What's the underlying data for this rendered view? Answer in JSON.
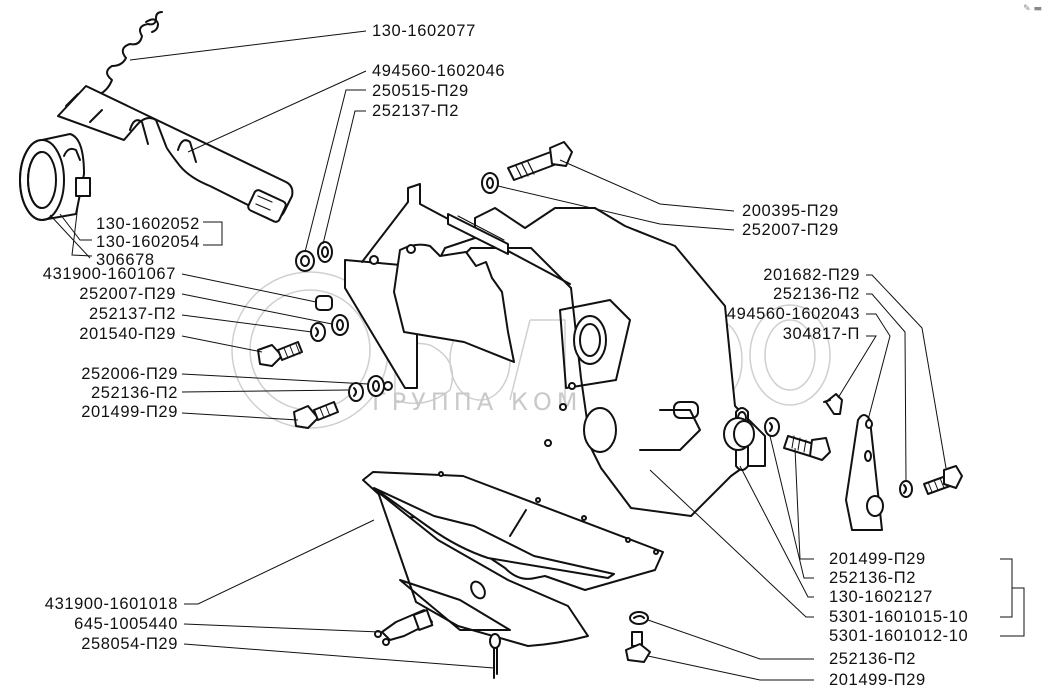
{
  "diagram": {
    "title": "Clutch housing and oil pan assembly — exploded parts view",
    "watermark": {
      "brand": "белагро",
      "subtitle": "ГРУППА КОМПАНИЙ"
    },
    "corner_mark": "✎ ▬",
    "labels": {
      "l01": "130-1602077",
      "l02": "494560-1602046",
      "l03": "250515-П29",
      "l04": "252137-П2",
      "l05": "130-1602052",
      "l06": "130-1602054",
      "l07": "306678",
      "l08": "431900-1601067",
      "l09": "252007-П29",
      "l10": "252137-П2",
      "l11": "201540-П29",
      "l12": "252006-П29",
      "l13": "252136-П2",
      "l14": "201499-П29",
      "l15": "200395-П29",
      "l16": "252007-П29",
      "l17": "201682-П29",
      "l18": "252136-П2",
      "l19": "494560-1602043",
      "l20": "304817-П",
      "l21": "201499-П29",
      "l22": "252136-П2",
      "l23": "130-1602127",
      "l24": "5301-1601015-10",
      "l25": "5301-1601012-10",
      "l26": "431900-1601018",
      "l27": "645-1005440",
      "l28": "258054-П29",
      "l29": "252136-П2",
      "l30": "201499-П29"
    },
    "parts": [
      {
        "name": "return-spring",
        "label_ref": "l01"
      },
      {
        "name": "release-fork-shaft",
        "label_ref": "l02"
      },
      {
        "name": "bushing",
        "label_ref": "l03"
      },
      {
        "name": "lock-washer",
        "label_ref": "l04"
      },
      {
        "name": "release-bearing",
        "label_ref": "l07"
      },
      {
        "name": "clutch-housing",
        "label_ref": "l24"
      },
      {
        "name": "oil-pan",
        "label_ref": "l26"
      },
      {
        "name": "drain-plug-sensor",
        "label_ref": "l27"
      },
      {
        "name": "cotter-pin",
        "label_ref": "l28"
      },
      {
        "name": "lever",
        "label_ref": "l19"
      },
      {
        "name": "grease-fitting",
        "label_ref": "l20"
      },
      {
        "name": "bracket",
        "label_ref": "l23"
      }
    ]
  }
}
